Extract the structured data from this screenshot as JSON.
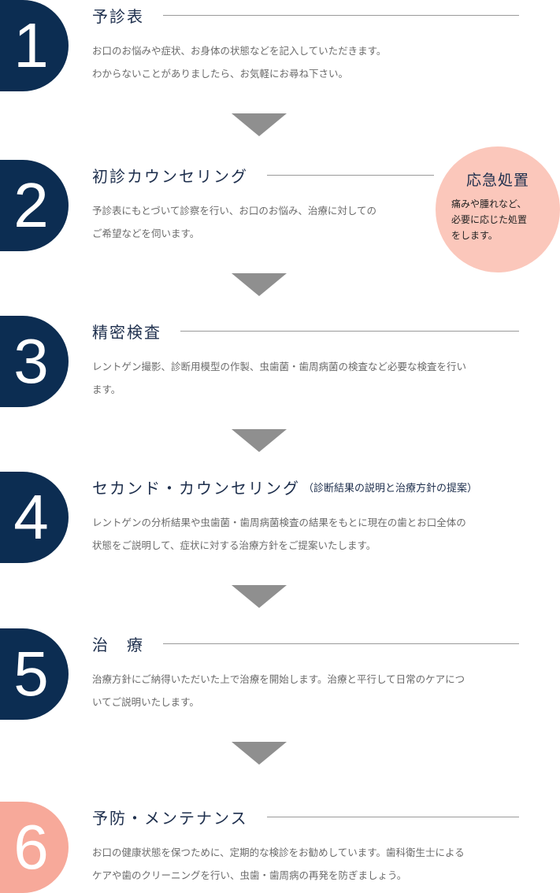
{
  "steps": [
    {
      "number": "1",
      "title": "予診表",
      "note": "",
      "desc": [
        "お口のお悩みや症状、お身体の状態などを記入していただきます。",
        "わからないことがありましたら、お気軽にお尋ね下さい。"
      ]
    },
    {
      "number": "2",
      "title": "初診カウンセリング",
      "note": "",
      "desc": [
        "予診表にもとづいて診察を行い、お口のお悩み、治療に対しての",
        "ご希望などを伺います。"
      ]
    },
    {
      "number": "3",
      "title": "精密検査",
      "note": "",
      "desc": [
        "レントゲン撮影、診断用模型の作製、虫歯菌・歯周病菌の検査など必要な検査を行い",
        "ます。"
      ]
    },
    {
      "number": "4",
      "title": "セカンド・カウンセリング",
      "note": "（診断結果の説明と治療方針の提案）",
      "desc": [
        "レントゲンの分析結果や虫歯菌・歯周病菌検査の結果をもとに現在の歯とお口全体の",
        "状態をご説明して、症状に対する治療方針をご提案いたします。"
      ]
    },
    {
      "number": "5",
      "title": "治　療",
      "note": "",
      "desc": [
        "治療方針にご納得いただいた上で治療を開始します。治療と平行して日常のケアにつ",
        "いてご説明いたします。"
      ]
    },
    {
      "number": "6",
      "title": "予防・メンテナンス",
      "note": "",
      "desc": [
        "お口の健康状態を保つために、定期的な検診をお勧めしています。歯科衛生士による",
        "ケアや歯のクリーニングを行い、虫歯・歯周病の再発を防ぎましょう。"
      ]
    }
  ],
  "emergency": {
    "title": "応急処置",
    "lines": [
      "痛みや腫れなど、",
      "必要に応じた処置",
      "をします。"
    ]
  },
  "colors": {
    "navy": "#0c2d52",
    "salmon": "#f7a99a",
    "pink": "#fbc7bb",
    "arrow": "#8f8f8f"
  }
}
